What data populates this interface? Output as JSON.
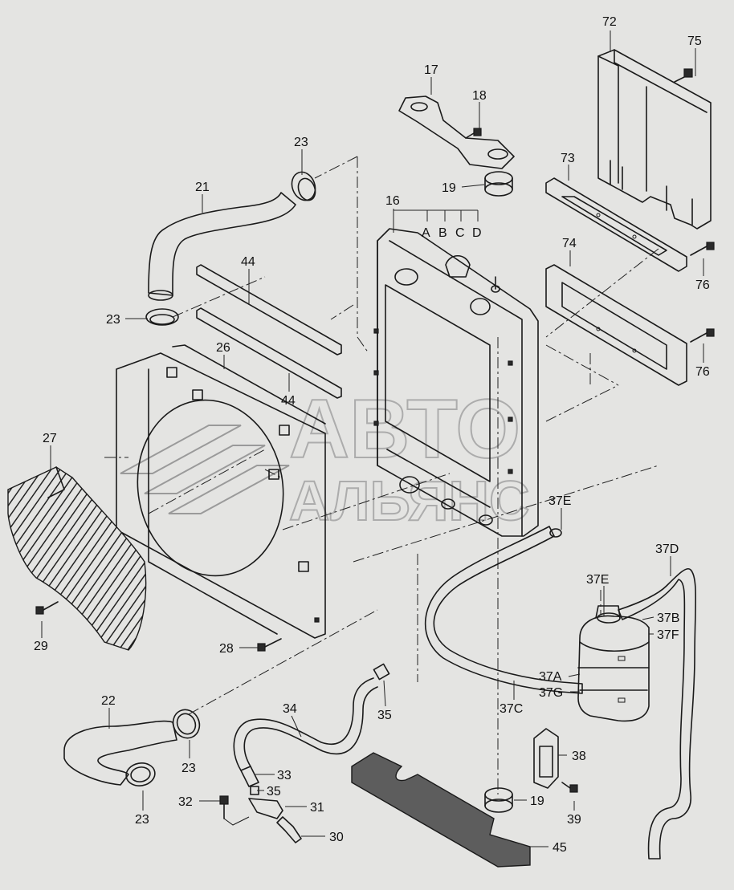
{
  "watermark": {
    "line1": "АВТО",
    "line2": "АЛЬЯНС"
  },
  "callouts": [
    {
      "id": "c-72",
      "text": "72"
    },
    {
      "id": "c-75",
      "text": "75"
    },
    {
      "id": "c-17",
      "text": "17"
    },
    {
      "id": "c-18",
      "text": "18"
    },
    {
      "id": "c-23a",
      "text": "23"
    },
    {
      "id": "c-21",
      "text": "21"
    },
    {
      "id": "c-19a",
      "text": "19"
    },
    {
      "id": "c-16",
      "text": "16"
    },
    {
      "id": "c-A",
      "text": "A"
    },
    {
      "id": "c-B",
      "text": "B"
    },
    {
      "id": "c-C",
      "text": "C"
    },
    {
      "id": "c-D",
      "text": "D"
    },
    {
      "id": "c-73",
      "text": "73"
    },
    {
      "id": "c-44a",
      "text": "44"
    },
    {
      "id": "c-74",
      "text": "74"
    },
    {
      "id": "c-76a",
      "text": "76"
    },
    {
      "id": "c-23b",
      "text": "23"
    },
    {
      "id": "c-26",
      "text": "26"
    },
    {
      "id": "c-76b",
      "text": "76"
    },
    {
      "id": "c-44b",
      "text": "44"
    },
    {
      "id": "c-27",
      "text": "27"
    },
    {
      "id": "c-37E-top",
      "text": "37E"
    },
    {
      "id": "c-37D",
      "text": "37D"
    },
    {
      "id": "c-37E-mid",
      "text": "37E"
    },
    {
      "id": "c-37B",
      "text": "37B"
    },
    {
      "id": "c-29",
      "text": "29"
    },
    {
      "id": "c-28",
      "text": "28"
    },
    {
      "id": "c-37F",
      "text": "37F"
    },
    {
      "id": "c-37A",
      "text": "37A"
    },
    {
      "id": "c-37G",
      "text": "37G"
    },
    {
      "id": "c-22",
      "text": "22"
    },
    {
      "id": "c-34",
      "text": "34"
    },
    {
      "id": "c-37C",
      "text": "37C"
    },
    {
      "id": "c-35a",
      "text": "35"
    },
    {
      "id": "c-23c",
      "text": "23"
    },
    {
      "id": "c-38",
      "text": "38"
    },
    {
      "id": "c-33",
      "text": "33"
    },
    {
      "id": "c-35b",
      "text": "35"
    },
    {
      "id": "c-19b",
      "text": "19"
    },
    {
      "id": "c-32",
      "text": "32"
    },
    {
      "id": "c-31",
      "text": "31"
    },
    {
      "id": "c-39",
      "text": "39"
    },
    {
      "id": "c-23d",
      "text": "23"
    },
    {
      "id": "c-30",
      "text": "30"
    },
    {
      "id": "c-45",
      "text": "45"
    }
  ]
}
